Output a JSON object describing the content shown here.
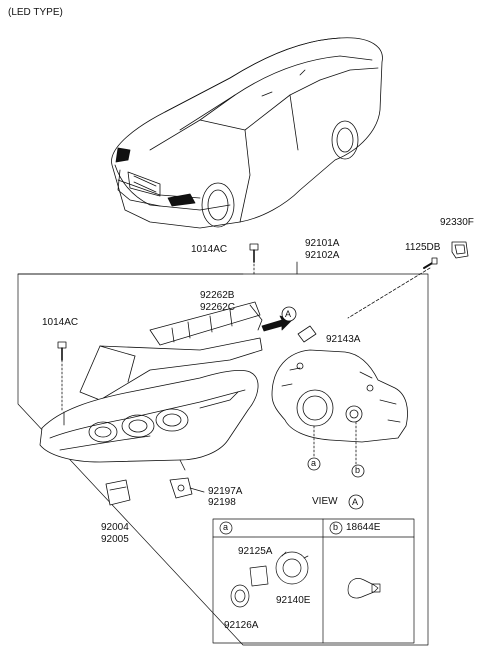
{
  "header": {
    "title": "(LED TYPE)"
  },
  "parts": {
    "p_92330F": "92330F",
    "p_92101A": "92101A",
    "p_92102A": "92102A",
    "p_1014AC_top": "1014AC",
    "p_1125DB": "1125DB",
    "p_92262B": "92262B",
    "p_92262C": "92262C",
    "p_1014AC_left": "1014AC",
    "p_92143A": "92143A",
    "p_92197A": "92197A",
    "p_92198": "92198",
    "p_92004": "92004",
    "p_92005": "92005",
    "p_92125A": "92125A",
    "p_92140E": "92140E",
    "p_92126A": "92126A",
    "p_18644E": "18644E"
  },
  "view": {
    "label": "VIEW",
    "marker": "A"
  },
  "callouts": {
    "a": "a",
    "b": "b",
    "A": "A"
  },
  "colors": {
    "line": "#111111",
    "background": "#ffffff"
  }
}
